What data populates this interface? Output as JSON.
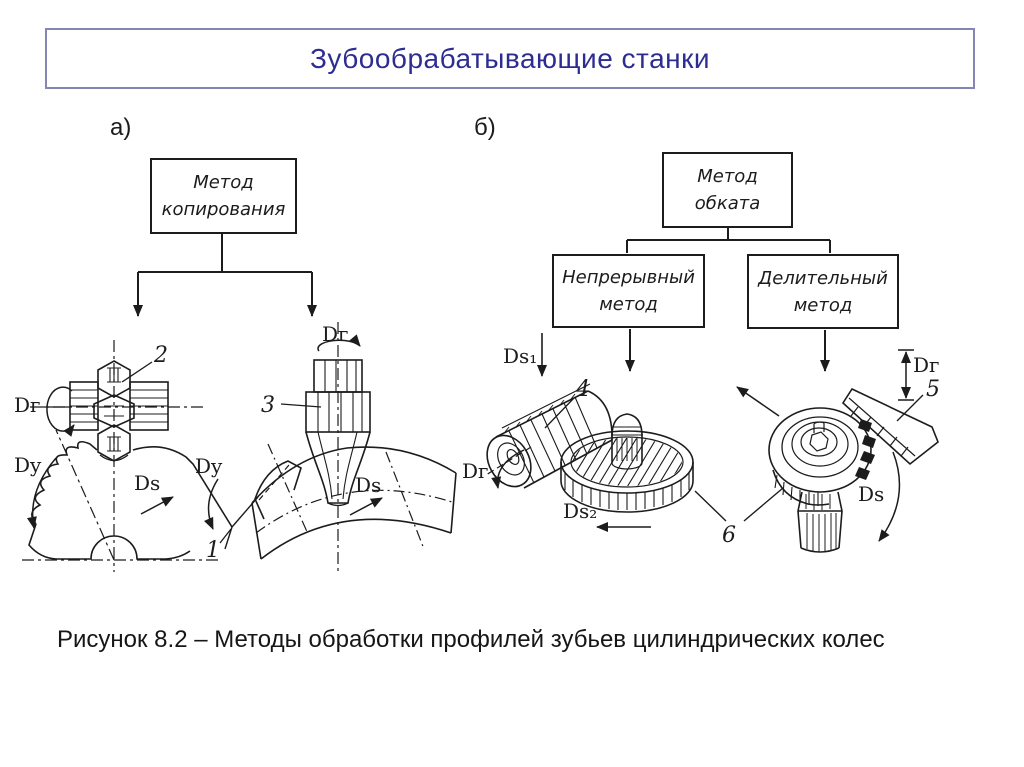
{
  "title": "Зубообрабатывающие станки",
  "caption": "Рисунок 8.2 – Методы обработки профилей зубьев цилиндрических колес",
  "panels": {
    "a": {
      "label": "а)",
      "flowchart_root": "Метод\nкопирования",
      "disc_milling": {
        "dg": "Dг",
        "dy": "Dy",
        "ds": "Ds",
        "cutter_no": "2"
      },
      "end_milling": {
        "dg": "Dг",
        "dy": "Dy",
        "ds": "Ds",
        "cutter_no": "3"
      },
      "workpiece_no": "1"
    },
    "b": {
      "label": "б)",
      "flowchart_root": "Метод\nобката",
      "children": [
        "Непрерывный\nметод",
        "Делительный\nметод"
      ],
      "hobbing": {
        "ds1": "Ds₁",
        "dg": "Dг",
        "ds2": "Ds₂",
        "hob_no": "4"
      },
      "shaping": {
        "dg": "Dг",
        "ds": "Ds",
        "rack_no": "5"
      },
      "workpiece_no": "6"
    }
  },
  "colors": {
    "title_text": "#2d2d91",
    "title_border": "#8585b2",
    "ink": "#1c1c1c"
  }
}
